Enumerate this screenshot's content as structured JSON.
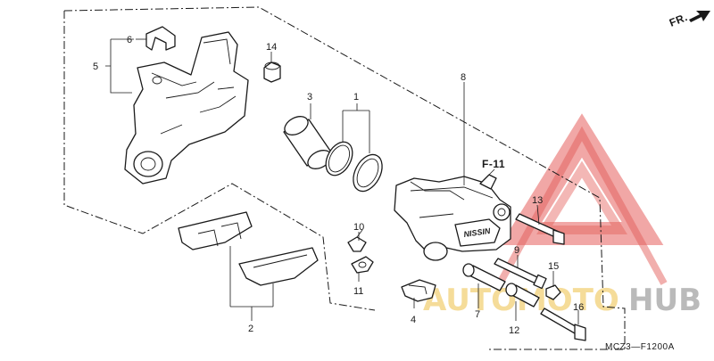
{
  "diagram": {
    "callouts": [
      {
        "id": "c1",
        "text": "1"
      },
      {
        "id": "c2",
        "text": "2"
      },
      {
        "id": "c3",
        "text": "3"
      },
      {
        "id": "c4",
        "text": "4"
      },
      {
        "id": "c5",
        "text": "5"
      },
      {
        "id": "c6",
        "text": "6"
      },
      {
        "id": "c7",
        "text": "7"
      },
      {
        "id": "c8",
        "text": "8"
      },
      {
        "id": "c9",
        "text": "9"
      },
      {
        "id": "c10",
        "text": "10"
      },
      {
        "id": "c11",
        "text": "11"
      },
      {
        "id": "c12",
        "text": "12"
      },
      {
        "id": "c13",
        "text": "13"
      },
      {
        "id": "c14",
        "text": "14"
      },
      {
        "id": "c15",
        "text": "15"
      },
      {
        "id": "c16",
        "text": "16"
      }
    ],
    "front_marker": "FR.",
    "section_ref": "F-11",
    "caliper_brand": "NISSIN",
    "figure_code": "MCZ3—F1200A"
  },
  "watermark": {
    "text_left": "AUTOMOTO",
    "text_right": "HUB",
    "color_red": "#e0443f",
    "color_gold": "#f0c860",
    "color_gray": "#9a9a9a"
  }
}
